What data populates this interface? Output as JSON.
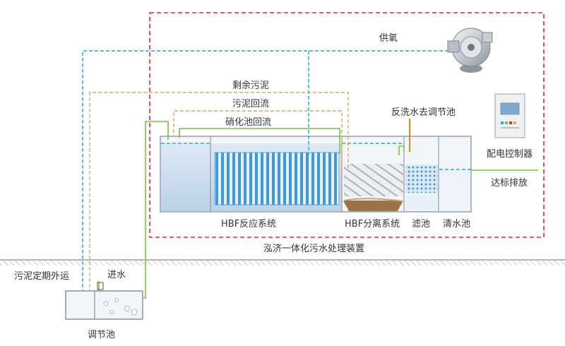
{
  "labels": {
    "oxygen_supply": "供氧",
    "excess_sludge": "剩余污泥",
    "sludge_return": "污泥回流",
    "nitrification_return": "硝化池回流",
    "backwash_to_tank": "反洗水去调节池",
    "power_controller": "配电控制器",
    "discharge": "达标排放",
    "hbf_reaction": "HBF反应系统",
    "hbf_separation": "HBF分离系统",
    "filter_tank": "滤池",
    "clear_water_tank": "清水池",
    "integrated_device": "泓济一体化污水处理装置",
    "sludge_transport": "污泥定期外运",
    "water_inlet": "进水",
    "equalization_tank": "调节池"
  },
  "colors": {
    "device_boundary": "#e0283c",
    "air_line": "#2aa8e0",
    "sludge_line": "#d9a46a",
    "water_line": "#7cc242",
    "tank_fill": "#c9dcef",
    "tank_stroke": "#7a8a99",
    "module_blue": "#3d9be0",
    "sediment": "#9a7346"
  },
  "icons": [
    "blower-icon",
    "control-cabinet-icon"
  ]
}
